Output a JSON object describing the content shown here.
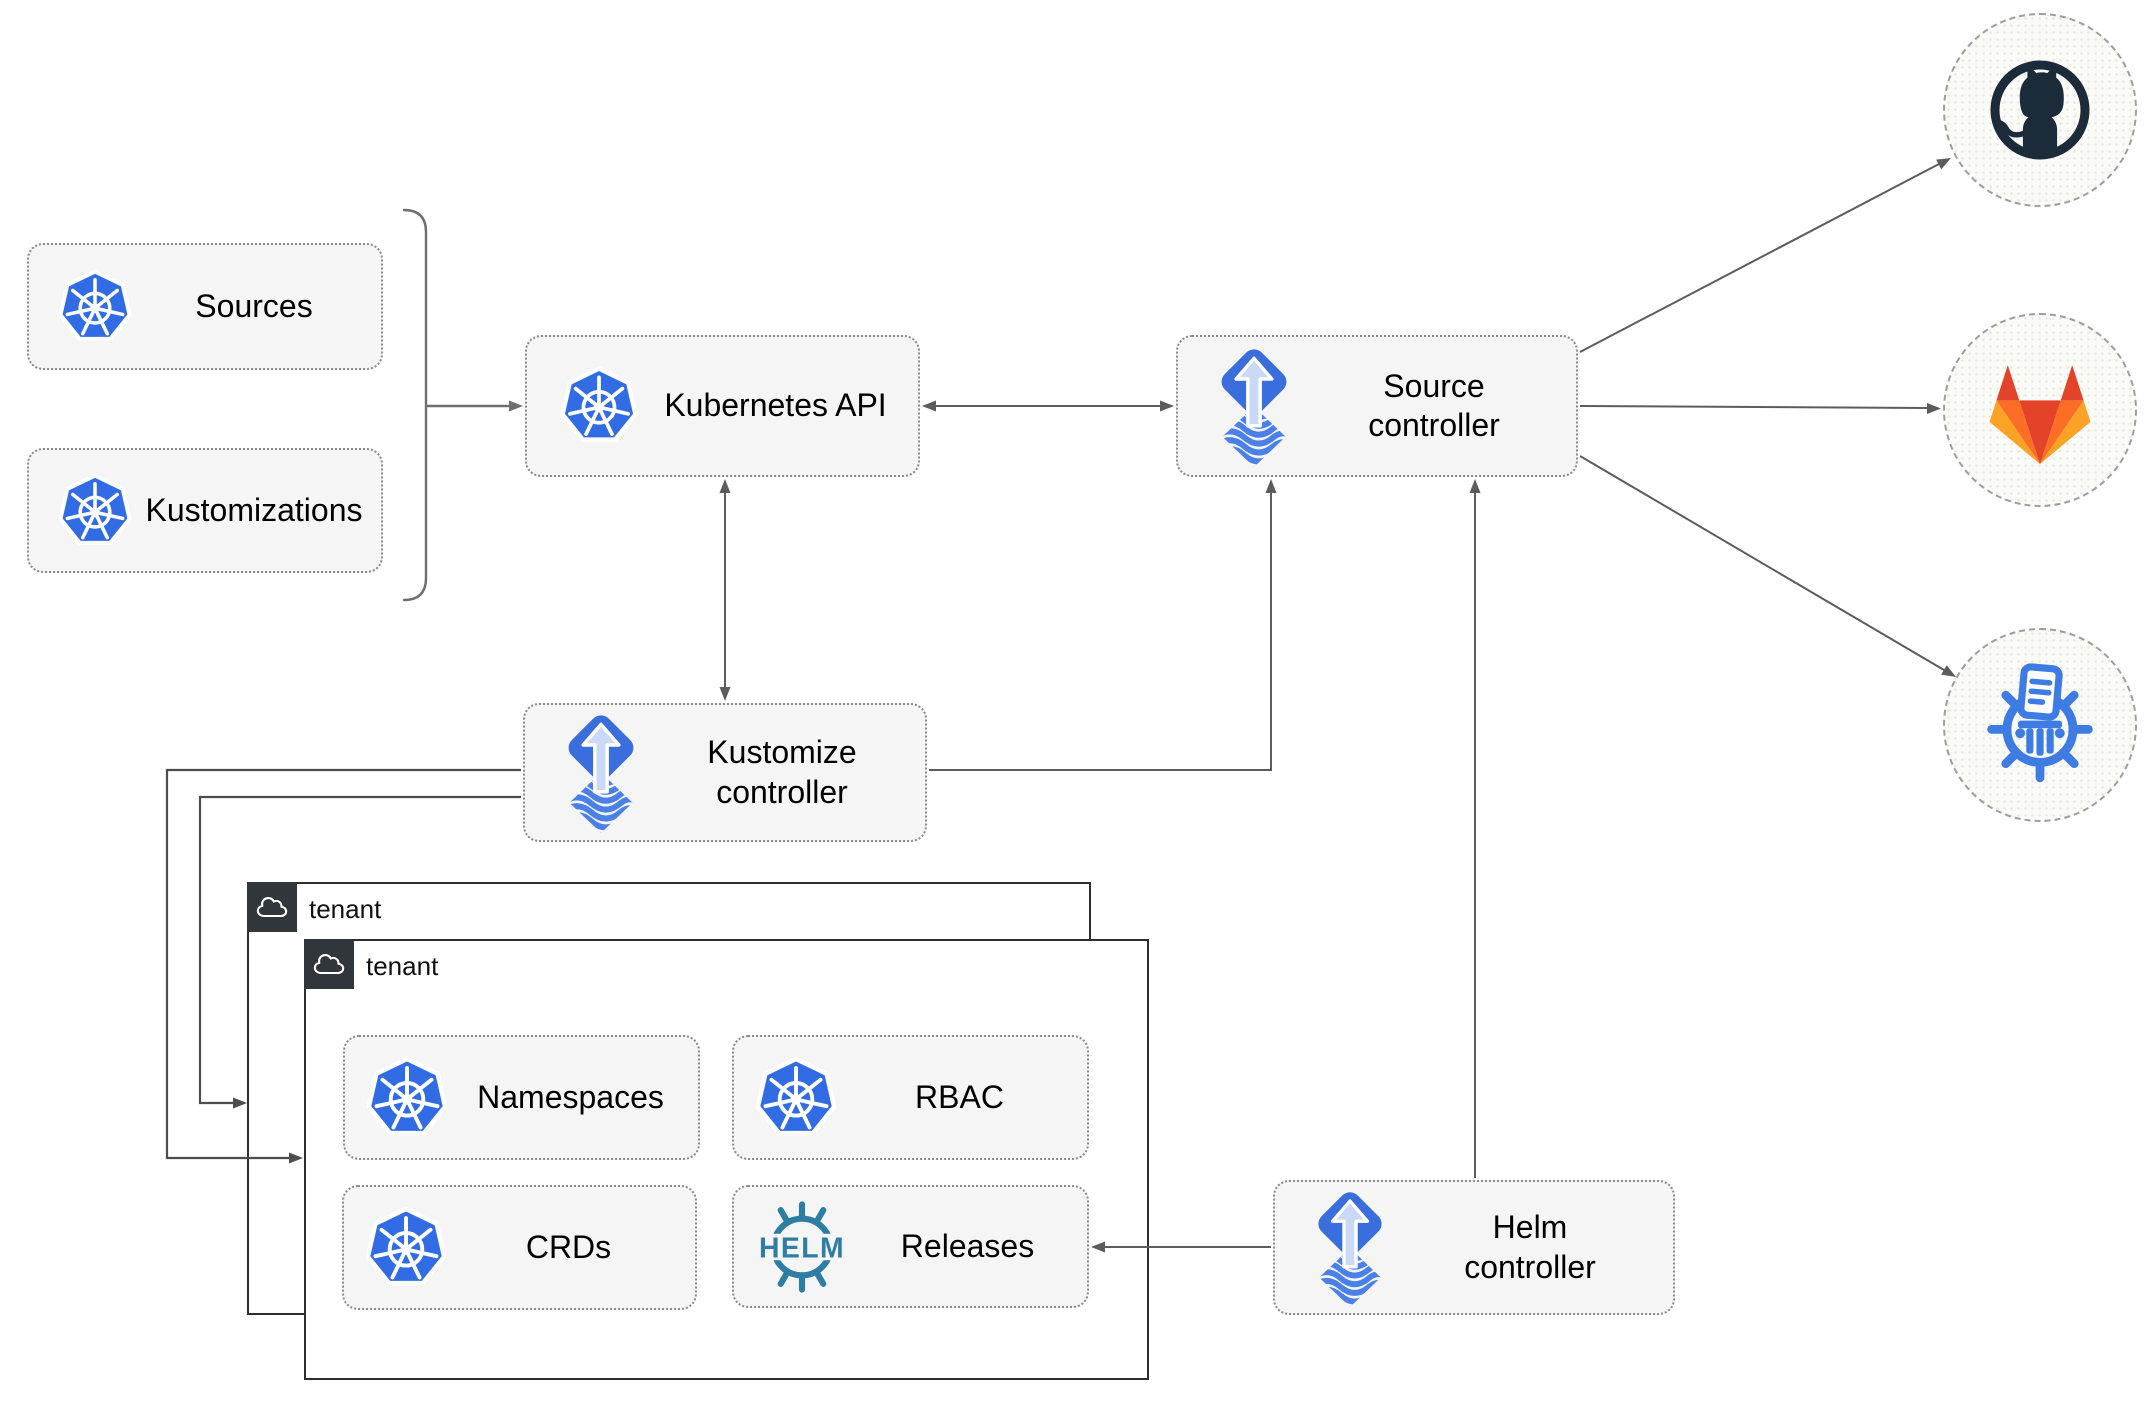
{
  "diagram": {
    "nodes": {
      "sources": {
        "label": "Sources",
        "icon": "kubernetes-icon"
      },
      "kustomizations": {
        "label": "Kustomizations",
        "icon": "kubernetes-icon"
      },
      "kubernetes_api": {
        "label": "Kubernetes API",
        "icon": "kubernetes-icon"
      },
      "source_controller": {
        "label": "Source controller",
        "icon": "flux-icon"
      },
      "kustomize_controller": {
        "label": "Kustomize controller",
        "icon": "flux-icon"
      },
      "helm_controller": {
        "label": "Helm controller",
        "icon": "flux-icon"
      },
      "namespaces": {
        "label": "Namespaces",
        "icon": "kubernetes-icon"
      },
      "rbac": {
        "label": "RBAC",
        "icon": "kubernetes-icon"
      },
      "crds": {
        "label": "CRDs",
        "icon": "kubernetes-icon"
      },
      "releases": {
        "label": "Releases",
        "icon": "helm-icon"
      }
    },
    "containers": {
      "tenant_back": {
        "label": "tenant",
        "icon": "cloud-icon"
      },
      "tenant_front": {
        "label": "tenant",
        "icon": "cloud-icon"
      }
    },
    "endpoints": {
      "github": {
        "icon": "github-icon"
      },
      "gitlab": {
        "icon": "gitlab-icon"
      },
      "chartmuseum": {
        "icon": "chartmuseum-icon"
      }
    },
    "logos": {
      "helm_wordmark": "HELM"
    },
    "colors": {
      "kubernetes_blue": "#326CE5",
      "flux_diamond_blue": "#3A6EDC",
      "flux_stripe_blue": "#4A80E8",
      "flux_arrow_light": "#C9D9F7",
      "helm_teal": "#2E7DA3",
      "github_dark": "#1B2B3A",
      "gitlab_red": "#E24329",
      "gitlab_orange": "#FC6D26",
      "gitlab_yellow": "#FCA326",
      "chartmuseum_blue": "#3E7CE4",
      "node_fill": "#F5F5F5",
      "connector_gray": "#5C5C5C",
      "container_header_dark": "#31363B"
    }
  }
}
